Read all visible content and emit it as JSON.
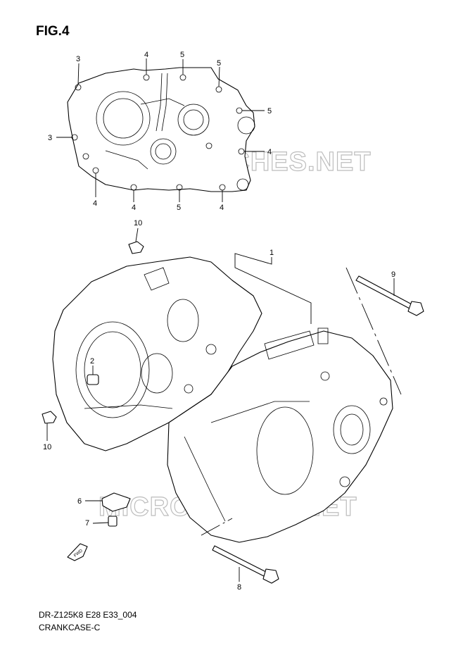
{
  "figure_title": "FIG.4",
  "model_code": "DR-Z125K8 E28 E33_004",
  "section_name": "CRANKCASE-C",
  "watermark": "MICROFICHES.NET",
  "fwd_label": "FWD",
  "callouts": {
    "top_3a": "3",
    "top_4a": "4",
    "top_5a": "5",
    "top_5b": "5",
    "top_5c": "5",
    "top_3b": "3",
    "top_4b": "4",
    "top_4c": "4",
    "top_4d": "4",
    "top_5d": "5",
    "top_4e": "4",
    "p10a": "10",
    "p1": "1",
    "p9": "9",
    "p2": "2",
    "p10b": "10",
    "p6": "6",
    "p7": "7",
    "p8": "8"
  }
}
